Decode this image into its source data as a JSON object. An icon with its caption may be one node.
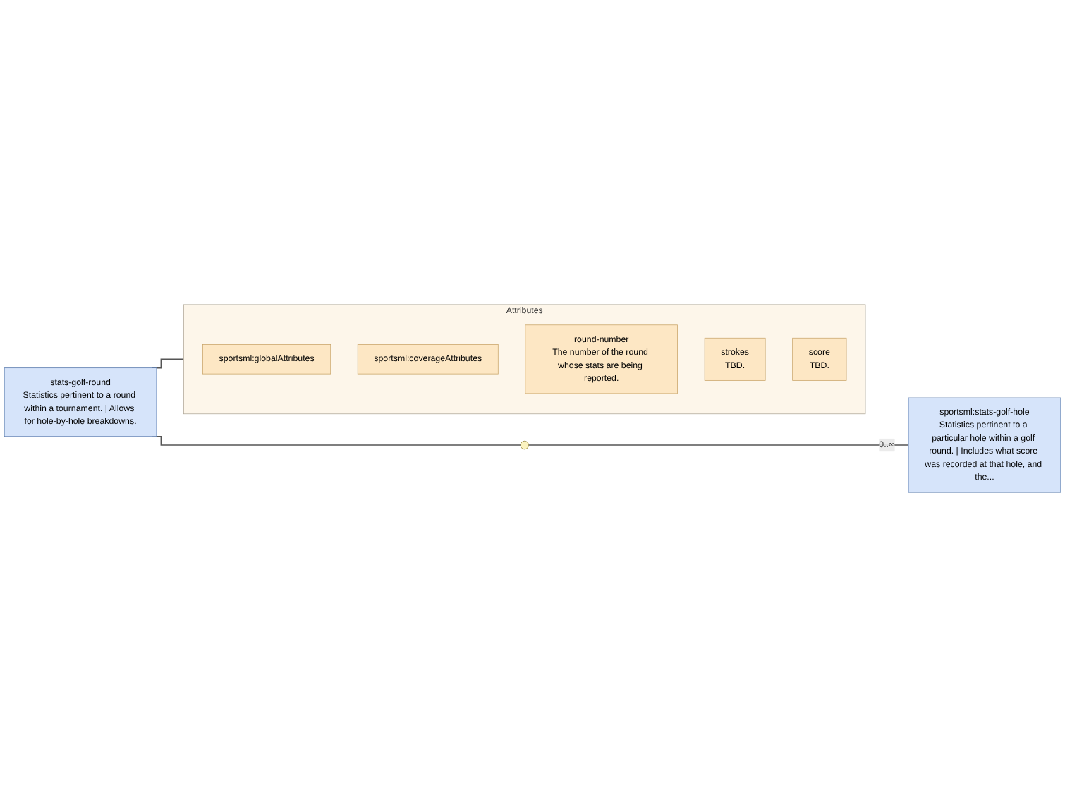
{
  "diagram": {
    "nodes": [
      {
        "text": [
          "stats-golf-round",
          "Statistics pertinent to a round within a tournament. | Allows for hole-by-hole breakdowns."
        ]
      },
      {
        "text": [
          "Attributes"
        ]
      },
      {
        "text": [
          "sportsml:globalAttributes"
        ],
        "in": 1
      },
      {
        "text": [
          "sportsml:coverageAttributes"
        ],
        "in": 1
      },
      {
        "text": [
          "round-number",
          "The number of the round whose stats are being reported."
        ],
        "in": 1
      },
      {
        "text": [
          "strokes",
          "TBD."
        ],
        "in": 1
      },
      {
        "text": [
          "score",
          "TBD."
        ],
        "in": 1
      },
      {
        "text": [],
        "shape": "circle"
      },
      {
        "text": [
          "sportsml:stats-golf-hole",
          "Statistics pertinent to a particular hole within a golf round. | Includes what score was recorded at that hole, and the..."
        ]
      }
    ],
    "edges": [
      {
        "from": 0,
        "to": 1,
        "arrow": "none"
      },
      {
        "from": 0,
        "to": 7,
        "arrow": "none"
      },
      {
        "from": 7,
        "to": 8,
        "arrow": "none",
        "label": "0..∞"
      }
    ]
  }
}
